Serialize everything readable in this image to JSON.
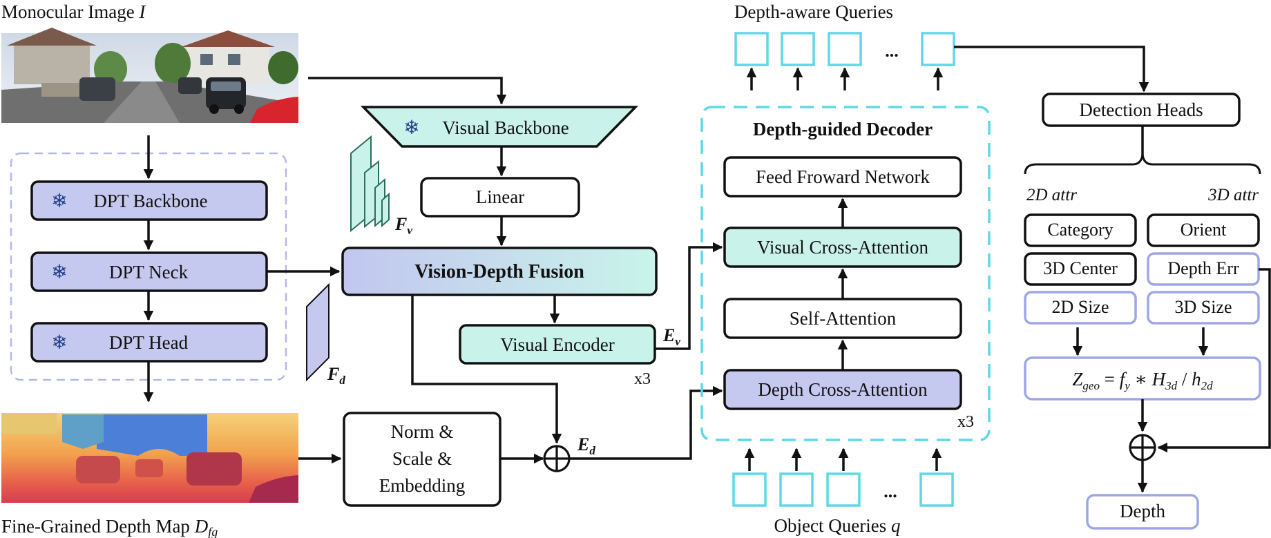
{
  "labels": {
    "monocular_image": "Monocular Image",
    "monocular_symbol": "I",
    "depth_map": "Fine-Grained Depth Map",
    "depth_map_symbol": "D",
    "depth_map_sub": "fg",
    "depth_aware_queries": "Depth-aware Queries",
    "object_queries": "Object Queries",
    "object_queries_symbol": "q",
    "ellipsis": "...",
    "fv_symbol": "F",
    "fv_sub": "v",
    "fd_symbol": "F",
    "fd_sub": "d",
    "ev_symbol": "E",
    "ev_sub": "v",
    "ed_symbol": "E",
    "ed_sub": "d",
    "repeat_encoder": "x3",
    "repeat_decoder": "x3",
    "attr_2d": "2D attr",
    "attr_3d": "3D attr"
  },
  "blocks": {
    "dpt_backbone": "DPT Backbone",
    "dpt_neck": "DPT Neck",
    "dpt_head": "DPT Head",
    "visual_backbone": "Visual Backbone",
    "linear": "Linear",
    "fusion": "Vision-Depth Fusion",
    "visual_encoder": "Visual Encoder",
    "norm_line1": "Norm &",
    "norm_line2": "Scale &",
    "norm_line3": "Embedding",
    "decoder_title": "Depth-guided Decoder",
    "ffn": "Feed Froward Network",
    "visual_cross_attention": "Visual Cross-Attention",
    "self_attention": "Self-Attention",
    "depth_cross_attention": "Depth Cross-Attention",
    "detection_heads": "Detection Heads",
    "category": "Category",
    "orient": "Orient",
    "center_3d": "3D Center",
    "depth_err": "Depth Err",
    "size_2d": "2D Size",
    "size_3d": "3D Size",
    "depth_out": "Depth"
  },
  "formula": {
    "z": "Z",
    "z_sub": "geo",
    "eq": " = ",
    "f": "f",
    "f_sub": "y",
    "mul": " ∗ ",
    "h": "H",
    "h_sub": "3d",
    "div": " / ",
    "hh": "h",
    "hh_sub": "2d"
  },
  "icons": {
    "frozen": "snowflake-icon",
    "frozen_glyph": "❄",
    "add": "circle-plus-icon"
  },
  "colors": {
    "purple_fill": "#c6c9ef",
    "purple_border": "#9fa6e6",
    "teal_fill": "#c9f3ea",
    "cyan_query": "#5fd8e6",
    "snowflake": "#1f3f8c"
  }
}
